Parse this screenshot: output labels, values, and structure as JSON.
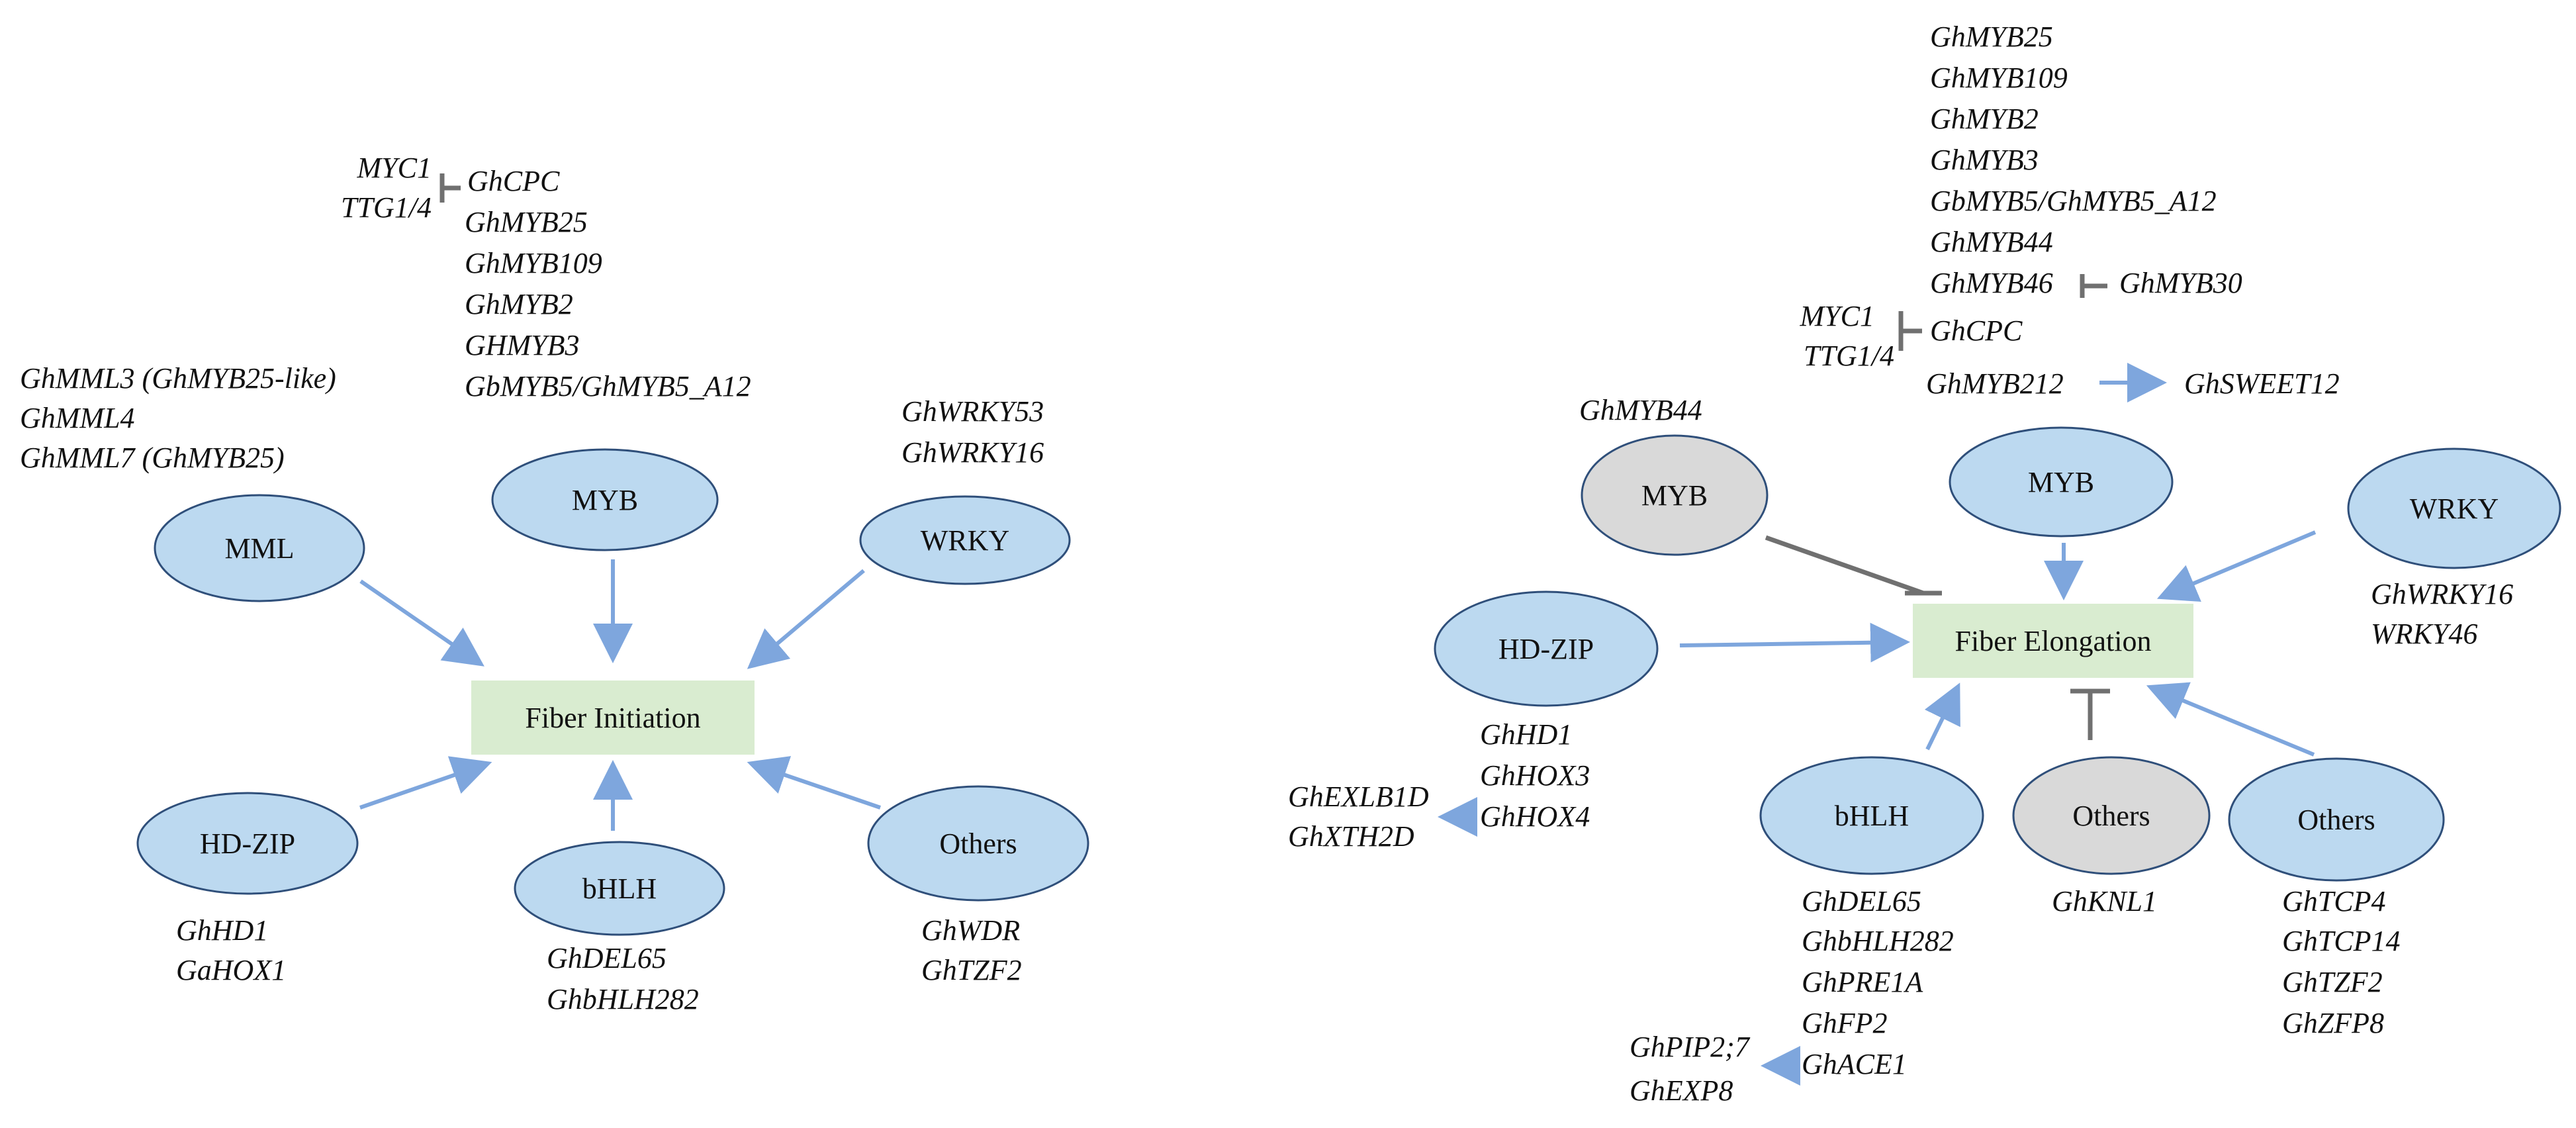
{
  "left": {
    "center": "Fiber Initiation",
    "nodes": {
      "mml": "MML",
      "myb": "MYB",
      "wrky": "WRKY",
      "hdzip": "HD-ZIP",
      "bhlh": "bHLH",
      "others": "Others"
    },
    "mml_genes": [
      "GhMML3 (GhMYB25-like)",
      "GhMML4",
      "GhMML7 (GhMYB25)"
    ],
    "myb_inhibitors": [
      "MYC1",
      "TTG1/4"
    ],
    "myb_genes": [
      "GhCPC",
      "GhMYB25",
      "GhMYB109",
      "GhMYB2",
      "GHMYB3",
      "GbMYB5/GhMYB5_A12"
    ],
    "wrky_genes": [
      "GhWRKY53",
      "GhWRKY16"
    ],
    "hdzip_genes": [
      "GhHD1",
      "GaHOX1"
    ],
    "bhlh_genes": [
      "GhDEL65",
      "GhbHLH282"
    ],
    "others_genes": [
      "GhWDR",
      "GhTZF2"
    ]
  },
  "right": {
    "center": "Fiber Elongation",
    "nodes": {
      "myb_gray": "MYB",
      "myb": "MYB",
      "wrky": "WRKY",
      "hdzip": "HD-ZIP",
      "bhlh": "bHLH",
      "others_gray": "Others",
      "others": "Others"
    },
    "myb_gray_genes": [
      "GhMYB44"
    ],
    "myb_genes": [
      "GhMYB25",
      "GhMYB109",
      "GhMYB2",
      "GhMYB3",
      "GbMYB5/GhMYB5_A12",
      "GhMYB44",
      "GhMYB46",
      "GhCPC",
      "GhMYB212"
    ],
    "myb46_inhibitor": "GhMYB30",
    "cpc_inhibitors": [
      "MYC1",
      "TTG1/4"
    ],
    "myb212_target": "GhSWEET12",
    "wrky_genes": [
      "GhWRKY16",
      "WRKY46"
    ],
    "hdzip_genes": [
      "GhHD1",
      "GhHOX3",
      "GhHOX4"
    ],
    "hdzip_targets": [
      "GhEXLB1D",
      "GhXTH2D"
    ],
    "bhlh_genes": [
      "GhDEL65",
      "GhbHLH282",
      "GhPRE1A",
      "GhFP2",
      "GhACE1"
    ],
    "bhlh_targets": [
      "GhPIP2;7",
      "GhEXP8"
    ],
    "others_gray_genes": [
      "GhKNL1"
    ],
    "others_genes": [
      "GhTCP4",
      "GhTCP14",
      "GhTZF2",
      "GhZFP8"
    ]
  },
  "colors": {
    "node_fill": "#bcd9f0",
    "node_gray_fill": "#d9d9d9",
    "node_stroke": "#2f4f7a",
    "center_fill": "#d9ecd0",
    "activation_arrow": "#7ea6dd",
    "inhibition": "#707070"
  }
}
